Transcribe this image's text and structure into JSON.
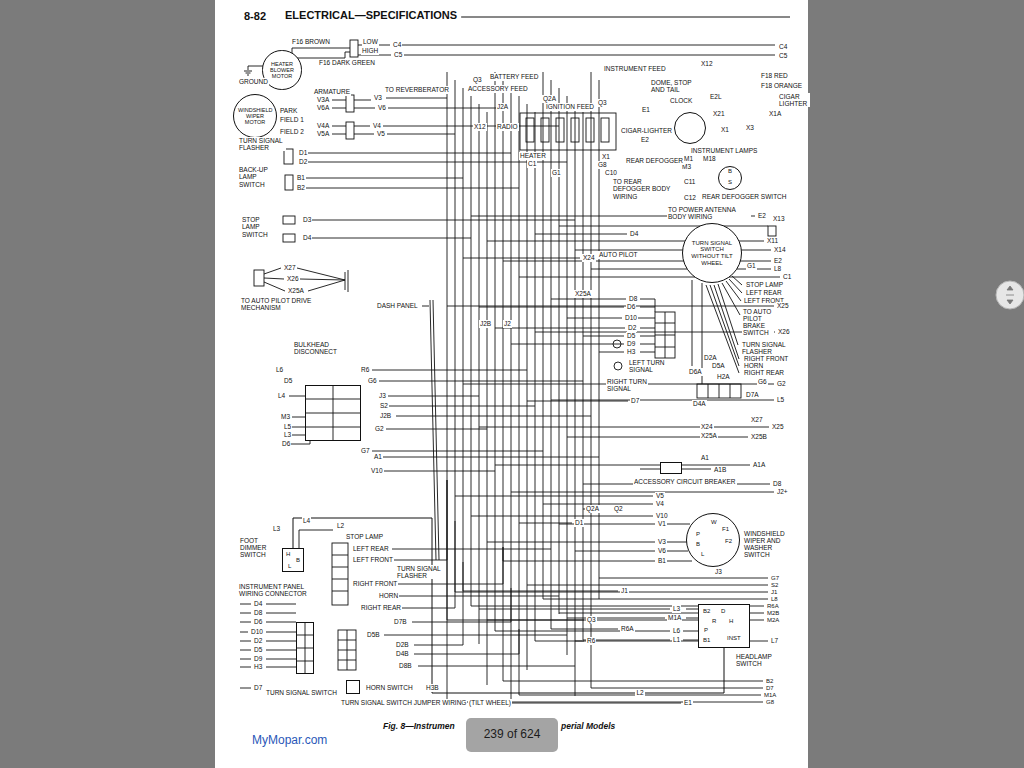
{
  "diagram": {
    "title": "ELECTRICAL—SPECIFICATIONS",
    "caption": "Fig. 8—Instrumen",
    "nodes": [
      {
        "text": [
          "HEATER BLOWER MOTOR"
        ]
      },
      {
        "text": [
          "WINDSHIELD WIPER MOTOR"
        ]
      },
      {
        "text": [
          "CLOCK"
        ]
      },
      {
        "text": [
          "B",
          "S",
          "REAR DEFOGGER SWITCH"
        ]
      },
      {
        "text": [
          "TURN SIGNAL SWITCH WITHOUT TILT WHEEL"
        ]
      },
      {
        "text": [
          "BULKHEAD DISCONNECT"
        ]
      },
      {
        "text": [
          "ACCESSORY CIRCUIT BREAKER"
        ]
      },
      {
        "text": [
          "W",
          "F1",
          "F2",
          "P",
          "B",
          "L",
          "WINDSHIELD WIPER AND WASHER SWITCH"
        ]
      },
      {
        "text": [
          "B2",
          "D",
          "R",
          "H",
          "P",
          "B1",
          "INST",
          "HEADLAMP SWITCH"
        ]
      },
      {
        "text": [
          "H",
          "B",
          "L",
          "FOOT DIMMER SWITCH"
        ]
      },
      {
        "text": [
          "INSTRUMENT PANEL WIRING CONNECTOR"
        ]
      },
      {
        "text": [
          "HORN SWITCH"
        ]
      },
      {
        "text": [
          "239 of 624"
        ]
      }
    ],
    "edges": [
      {
        "from": 9,
        "to": 8,
        "label": "L2",
        "arrow": "none"
      }
    ],
    "labels": [
      "8-82",
      "F16 BROWN",
      "LOW",
      "HIGH",
      "C4",
      "C5",
      "F16 DARK GREEN",
      "GROUND",
      "TO REVERBERATOR",
      "ARMATURE",
      "V3A",
      "V3",
      "V6A",
      "V6",
      "PARK",
      "FIELD 1",
      "V4A",
      "V4",
      "FIELD 2",
      "V5A",
      "V5",
      "TURN SIGNAL FLASHER",
      "D1",
      "D2",
      "BACK-UP LAMP SWITCH",
      "B1",
      "B2",
      "STOP LAMP SWITCH",
      "D3",
      "D4",
      "X27",
      "X26",
      "X25A",
      "TO AUTO PILOT DRIVE MECHANISM",
      "DASH PANEL",
      "BATTERY FEED",
      "Q3",
      "ACCESSORY FEED",
      "INSTRUMENT FEED",
      "Q2A",
      "J2A",
      "IGNITION FEED",
      "Q3",
      "E1",
      "X12",
      "RADIO",
      "E2",
      "HEATER",
      "X1",
      "C1",
      "G8",
      "G1",
      "DOME, STOP AND TAIL",
      "X12",
      "F18 RED",
      "F18 ORANGE",
      "E2L",
      "CIGAR LIGHTER",
      "X21",
      "X1A",
      "X1",
      "X3",
      "CIGAR-LIGHTER",
      "INSTRUMENT LAMPS",
      "M1",
      "M18",
      "M3",
      "REAR DEFOGGER",
      "C10",
      "C11",
      "TO REAR DEFOGGER BODY WIRING",
      "C12",
      "C4",
      "C5",
      "TO POWER ANTENNA BODY WIRING",
      "E2",
      "X13",
      "X11",
      "X14",
      "E2",
      "L8",
      "C1",
      "G1",
      "D4",
      "X24",
      "AUTO PILOT",
      "STOP LAMP",
      "LEFT REAR",
      "LEFT FRONT",
      "TO AUTO PILOT BRAKE SWITCH",
      "X25",
      "X26",
      "TURN SIGNAL FLASHER",
      "RIGHT FRONT",
      "HORN",
      "RIGHT REAR",
      "G6",
      "G2",
      "L5",
      "X27",
      "X25",
      "X24",
      "X25A",
      "X25B",
      "A1",
      "A1B",
      "A1A",
      "D8",
      "J2+",
      "V5",
      "V4",
      "Q2A",
      "Q2",
      "V10",
      "D1",
      "V1",
      "V3",
      "V6",
      "B1",
      "J3",
      "G7",
      "S2",
      "J1",
      "L8",
      "R6A",
      "M2B",
      "M2A",
      "Q3",
      "J1",
      "R6A",
      "R6",
      "L3",
      "M1A",
      "L6",
      "L1",
      "L7",
      "E1",
      "B2",
      "D7",
      "M1A",
      "G8",
      "J2B",
      "J2",
      "X25A",
      "D8",
      "D6",
      "D10",
      "D2",
      "D5",
      "D9",
      "H3",
      "LEFT TURN SIGNAL",
      "RIGHT TURN SIGNAL",
      "D7",
      "D6A",
      "D2A",
      "D5A",
      "H2A",
      "D7A",
      "D4A",
      "L6",
      "R6",
      "D5",
      "G6",
      "L4",
      "J3",
      "S2",
      "J2B",
      "M3",
      "L5",
      "G2",
      "L3",
      "D6",
      "G7",
      "A1",
      "V10",
      "L4",
      "L2",
      "L3",
      "STOP LAMP",
      "LEFT REAR",
      "LEFT FRONT",
      "TURN SIGNAL FLASHER",
      "RIGHT FRONT",
      "HORN",
      "RIGHT REAR",
      "D7B",
      "D5B",
      "D2B",
      "D4B",
      "D8B",
      "H3B",
      "D4",
      "D8",
      "D6",
      "D10",
      "D2",
      "D5",
      "D9",
      "H3",
      "D7",
      "TURN SIGNAL SWITCH",
      "TURN SIGNAL SWITCH JUMPER WIRING",
      "(TILT WHEEL)",
      "perial Models",
      "MyMopar.com"
    ]
  }
}
